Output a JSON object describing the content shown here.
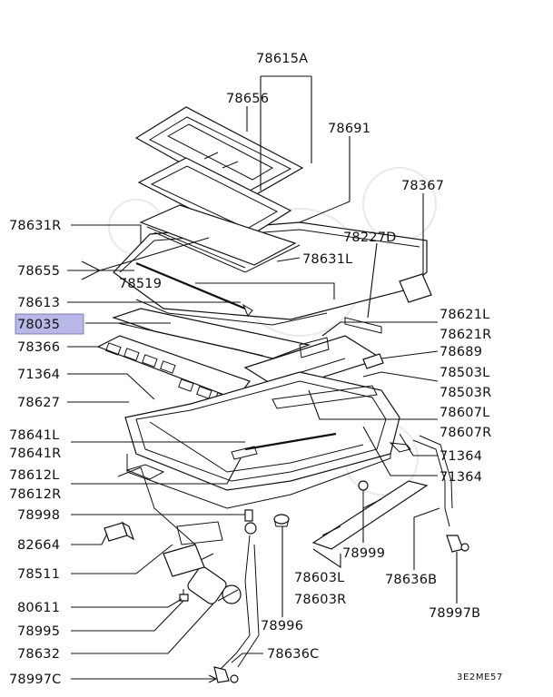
{
  "diagram_code": "3E2ME57",
  "highlight_color": "#b8b8e8",
  "labels": {
    "p78615A": "78615A",
    "p78656": "78656",
    "p78691": "78691",
    "p78367": "78367",
    "p78631R": "78631R",
    "p78227D": "78227D",
    "p78631L": "78631L",
    "p78655": "78655",
    "p78519": "78519",
    "p78613": "78613",
    "p78621L": "78621L",
    "p78621R": "78621R",
    "p78035": "78035",
    "p78366": "78366",
    "p78689": "78689",
    "p78503L": "78503L",
    "p78503R": "78503R",
    "p71364a": "71364",
    "p78607L": "78607L",
    "p78627": "78627",
    "p78607R": "78607R",
    "p78641L": "78641L",
    "p78641R": "78641R",
    "p71364b": "71364",
    "p78612L": "78612L",
    "p71364c": "71364",
    "p78612R": "78612R",
    "p78998": "78998",
    "p78999": "78999",
    "p82664": "82664",
    "p78511": "78511",
    "p78603L": "78603L",
    "p78636B": "78636B",
    "p78603R": "78603R",
    "p80611": "80611",
    "p78997B": "78997B",
    "p78995": "78995",
    "p78996": "78996",
    "p78632": "78632",
    "p78636C": "78636C",
    "p78997C": "78997C"
  }
}
